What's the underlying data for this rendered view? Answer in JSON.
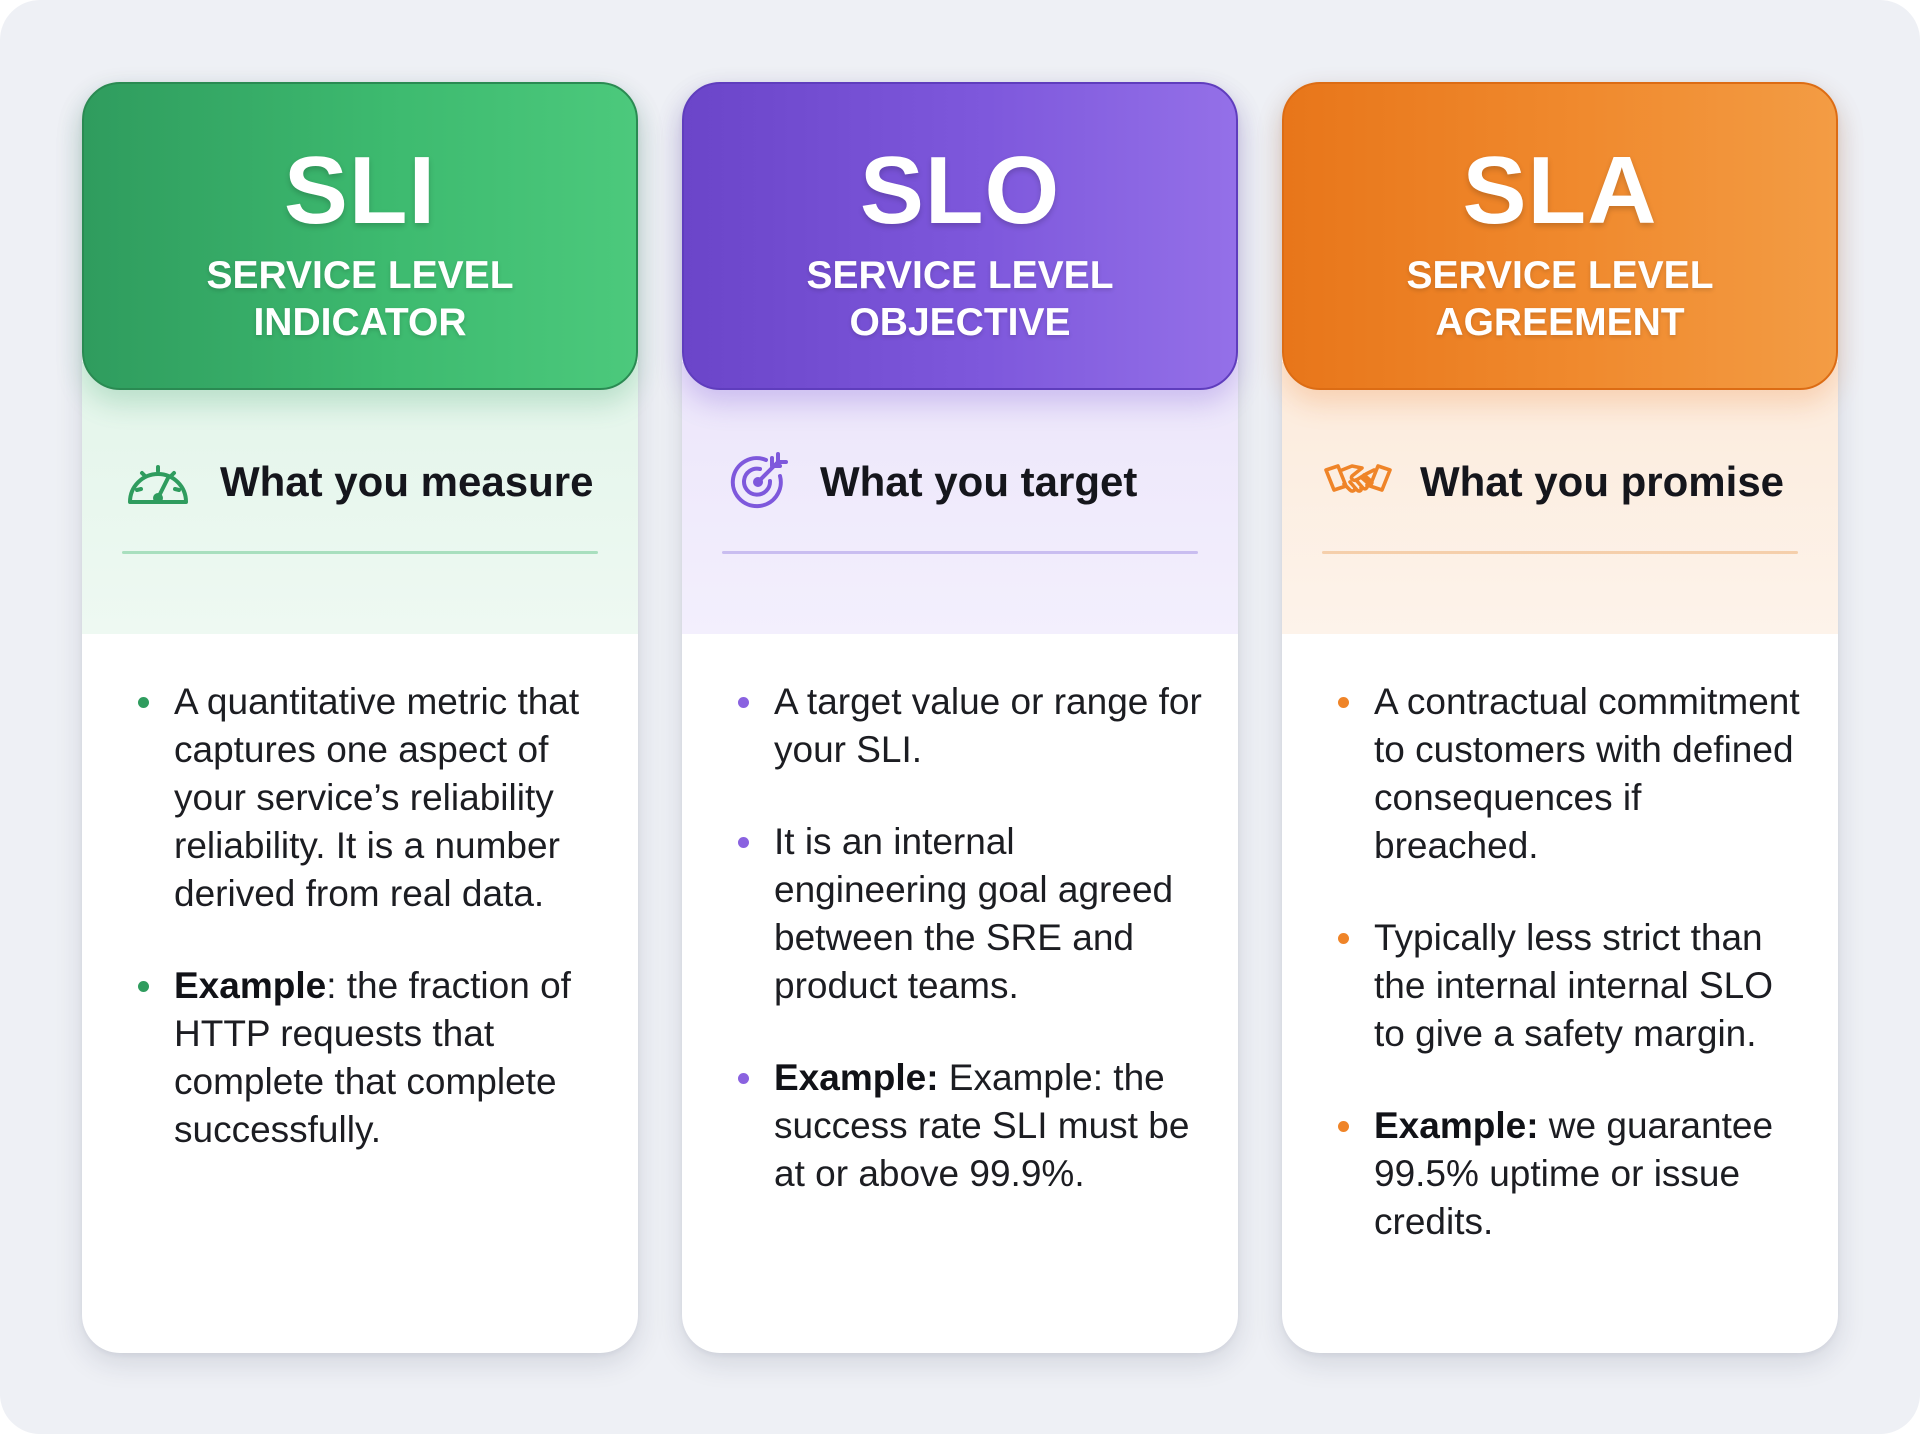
{
  "colors": {
    "sli": "#3dba6f",
    "slo": "#7e58dc",
    "sla": "#f08a2e",
    "background": "#eef0f5"
  },
  "cards": [
    {
      "acronym": "SLI",
      "full_name": "SERVICE LEVEL INDICATOR",
      "icon": "speedometer-icon",
      "subhead": "What you measure",
      "bullets": [
        {
          "label": "",
          "text": "A quantitative metric that captures one aspect of your service’s reliability reliability. It is a number derived from real data."
        },
        {
          "label": "Example",
          "text": ": the fraction of HTTP requests that complete that complete successfully."
        }
      ]
    },
    {
      "acronym": "SLO",
      "full_name": "SERVICE LEVEL OBJECTIVE",
      "icon": "target-icon",
      "subhead": "What you target",
      "bullets": [
        {
          "label": "",
          "text": "A target value or range for your SLI."
        },
        {
          "label": "",
          "text": "It is an internal engineering goal agreed between the SRE and product teams."
        },
        {
          "label": "Example:",
          "text": " Example: the success rate SLI must be at or above 99.9%."
        }
      ]
    },
    {
      "acronym": "SLA",
      "full_name": "SERVICE LEVEL AGREEMENT",
      "icon": "handshake-icon",
      "subhead": "What you promise",
      "bullets": [
        {
          "label": "",
          "text": "A contractual commitment to customers with defined consequences if breached."
        },
        {
          "label": "",
          "text": "Typically less strict than the internal internal SLO to give a safety margin."
        },
        {
          "label": "Example:",
          "text": " we guarantee 99.5% uptime or issue credits."
        }
      ]
    }
  ]
}
